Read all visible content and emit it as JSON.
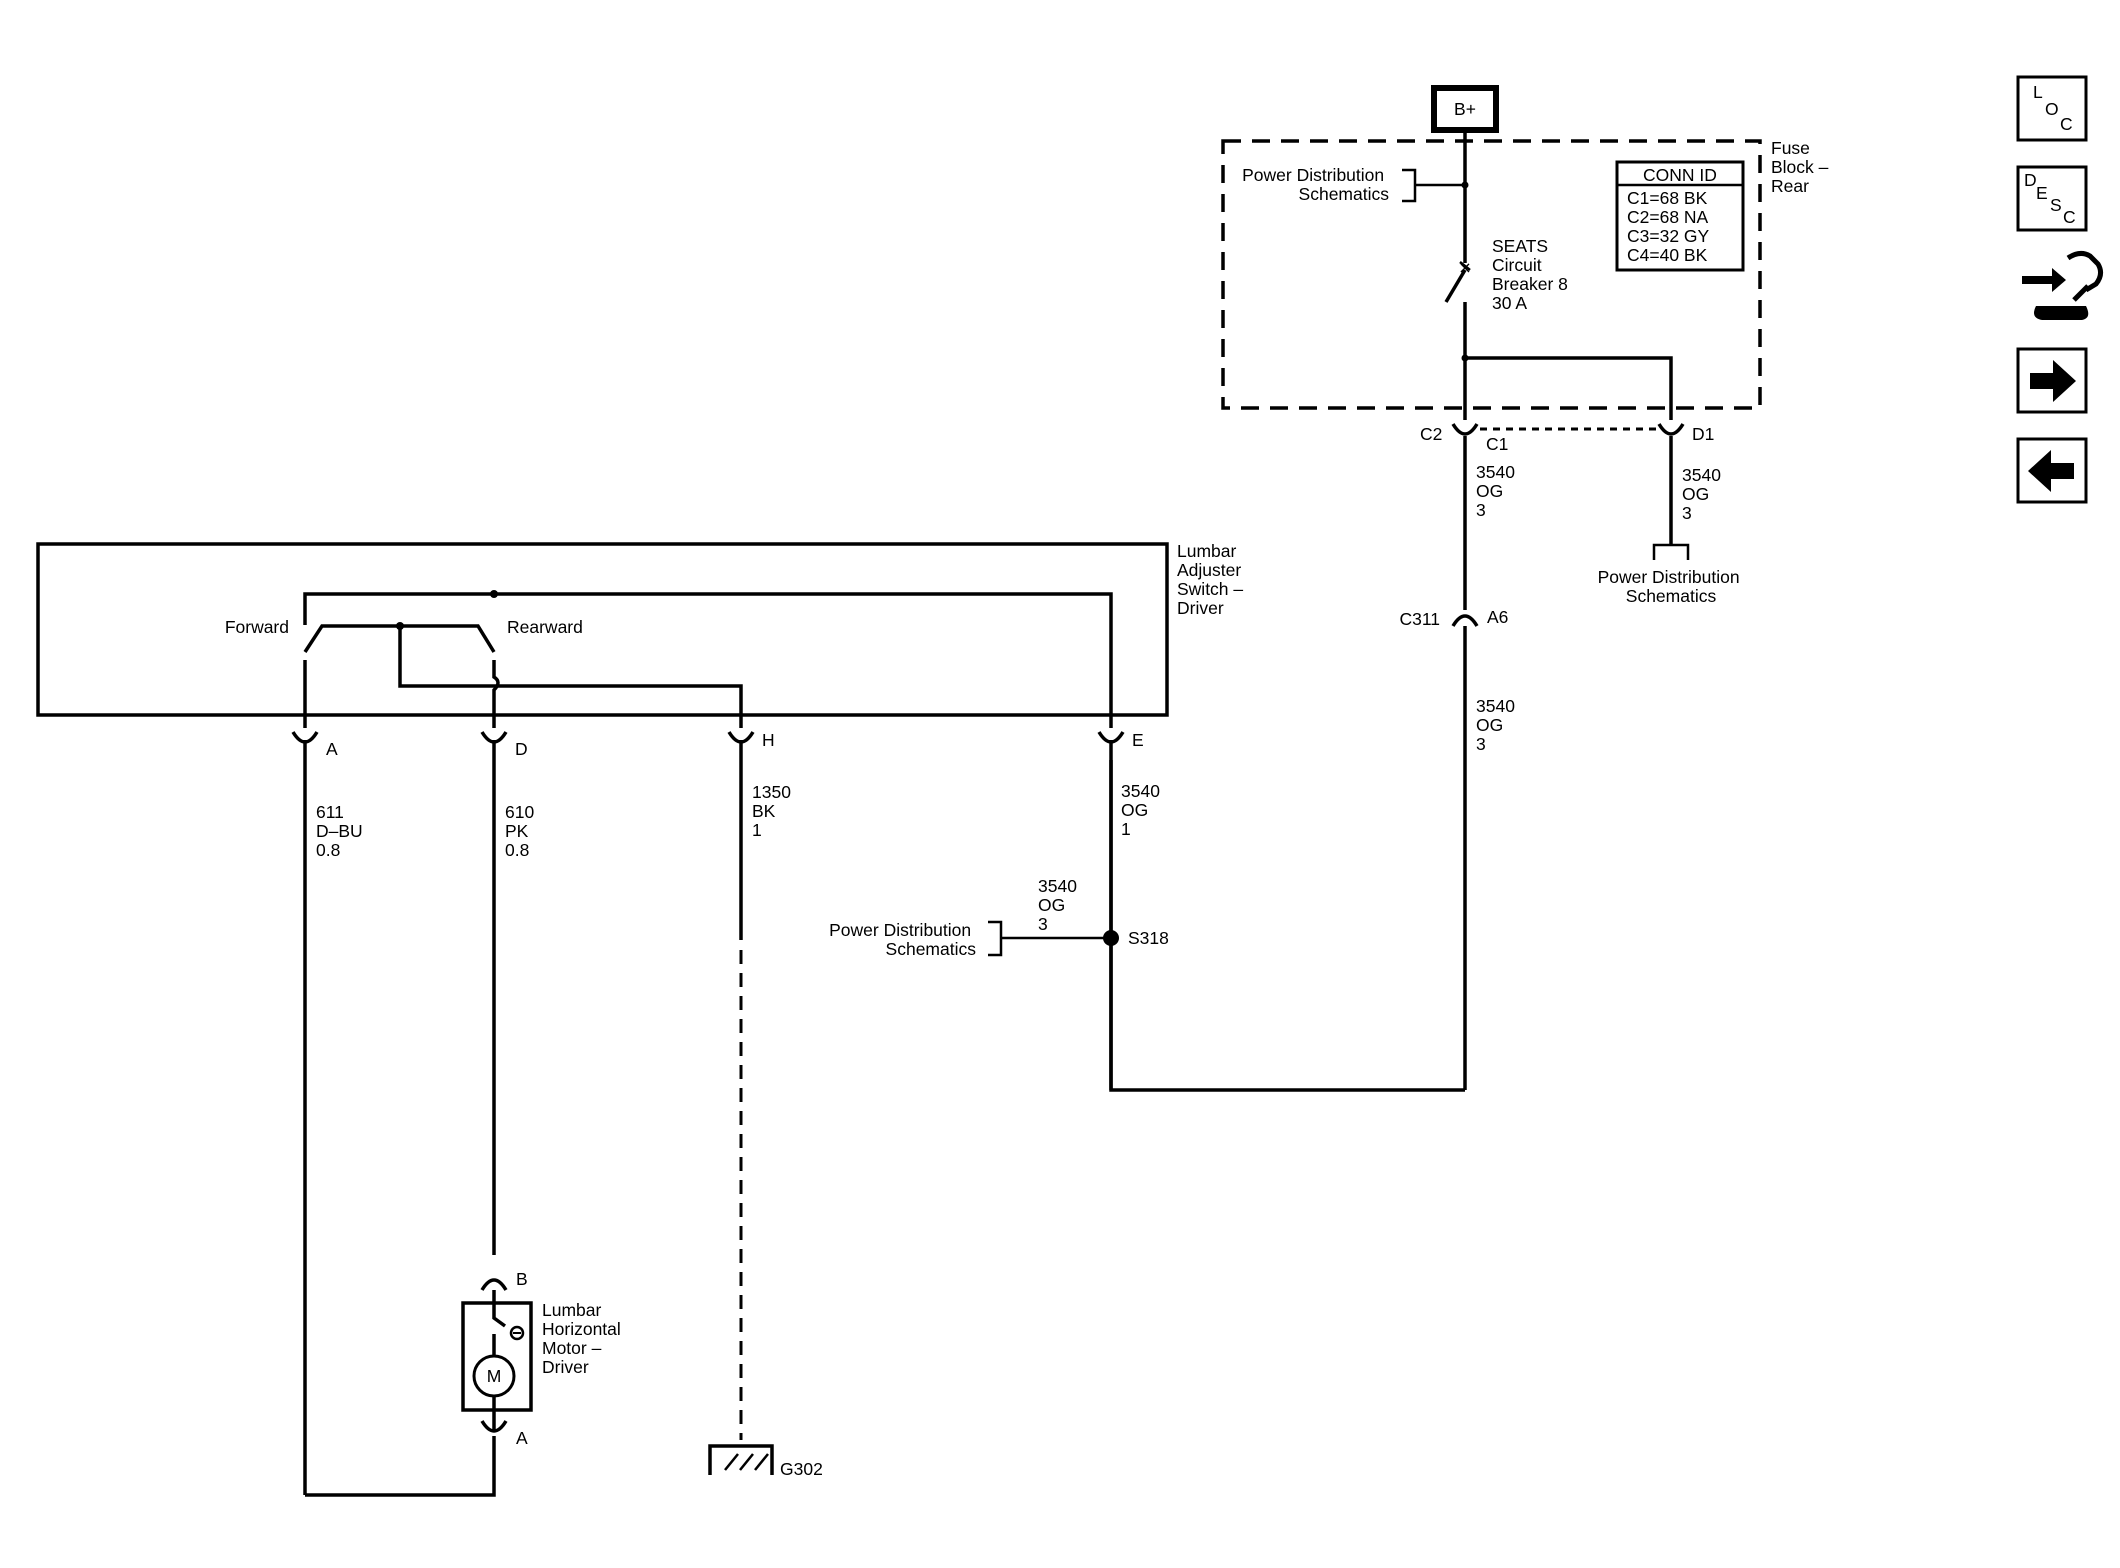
{
  "power": {
    "source": "B+"
  },
  "fuse_block": {
    "title_lines": [
      "Fuse",
      "Block –",
      "Rear"
    ],
    "power_ref_lines": [
      "Power Distribution",
      "Schematics"
    ],
    "breaker_lines": [
      "SEATS",
      "Circuit",
      "Breaker 8",
      "30 A"
    ],
    "conn_table": {
      "header": "CONN ID",
      "rows": [
        "C1=68 BK",
        "C2=68 NA",
        "C3=32 GY",
        "C4=40 BK"
      ]
    },
    "pins": {
      "c2": "C2",
      "c1": "C1",
      "d1": "D1"
    }
  },
  "wires": {
    "fb_c1": [
      "3540",
      "OG",
      "3"
    ],
    "fb_d1": [
      "3540",
      "OG",
      "3"
    ],
    "c311_lower": [
      "3540",
      "OG",
      "3"
    ],
    "pin_a": [
      "611",
      "D–BU",
      "0.8"
    ],
    "pin_d": [
      "610",
      "PK",
      "0.8"
    ],
    "pin_h": [
      "1350",
      "BK",
      "1"
    ],
    "pin_e": [
      "3540",
      "OG",
      "1"
    ],
    "s318_branch": [
      "3540",
      "OG",
      "3"
    ]
  },
  "refs": {
    "d1_power": [
      "Power Distribution",
      "Schematics"
    ],
    "s318_power": [
      "Power Distribution",
      "Schematics"
    ]
  },
  "connector_c311": {
    "name": "C311",
    "pin": "A6"
  },
  "splice": {
    "name": "S318"
  },
  "switch": {
    "title_lines": [
      "Lumbar",
      "Adjuster",
      "Switch –",
      "Driver"
    ],
    "forward_label": "Forward",
    "rearward_label": "Rearward",
    "pins": {
      "a": "A",
      "d": "D",
      "h": "H",
      "e": "E"
    }
  },
  "motor": {
    "title_lines": [
      "Lumbar",
      "Horizontal",
      "Motor –",
      "Driver"
    ],
    "symbol": "M",
    "pin_top": "B",
    "pin_bottom": "A"
  },
  "ground": {
    "name": "G302"
  },
  "nav": [
    {
      "id": "loc",
      "icon": "loc-icon",
      "chars": [
        "L",
        "O",
        "C"
      ]
    },
    {
      "id": "desc",
      "icon": "desc-icon",
      "chars": [
        "D",
        "E",
        "S",
        "C"
      ]
    },
    {
      "id": "connector",
      "icon": "connector-hand-icon"
    },
    {
      "id": "next",
      "icon": "arrow-right-icon"
    },
    {
      "id": "prev",
      "icon": "arrow-left-icon"
    }
  ],
  "colors": {
    "ink": "#000000",
    "background": "#ffffff"
  }
}
